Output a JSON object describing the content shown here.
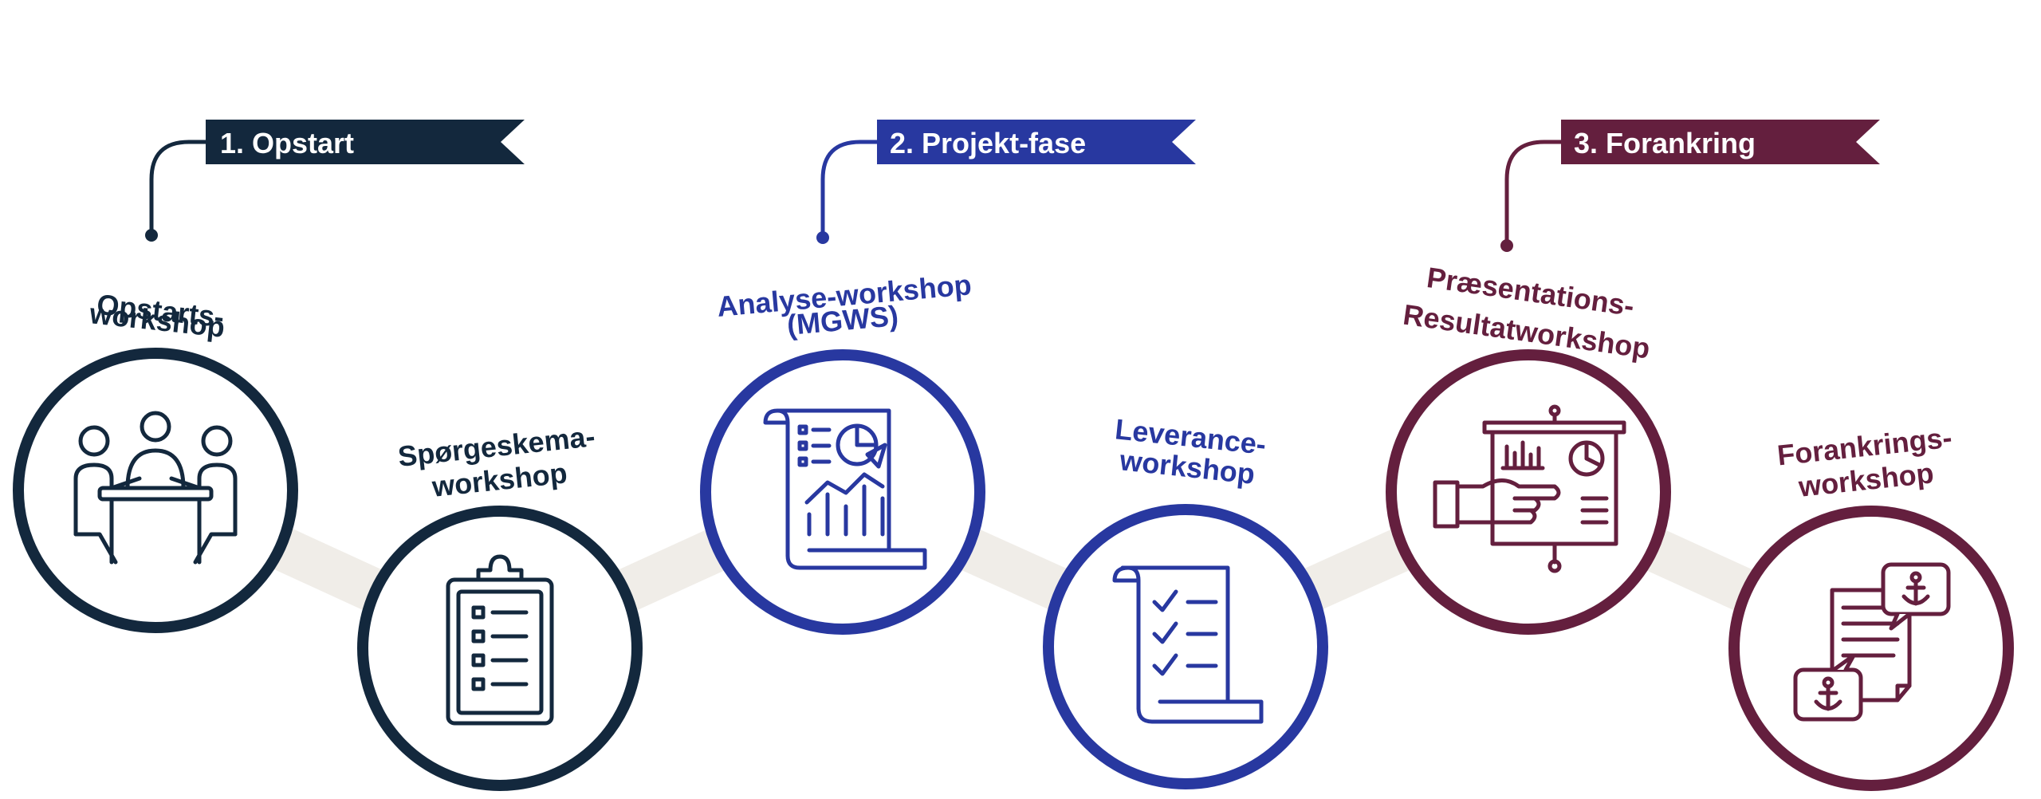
{
  "colors": {
    "phase1": "#13283d",
    "phase2": "#2838a0",
    "phase3": "#641f3e",
    "connector": "#f0ede8",
    "background": "#ffffff"
  },
  "phases": [
    {
      "label": "1. Opstart"
    },
    {
      "label": "2. Projekt-fase"
    },
    {
      "label": "3. Forankring"
    }
  ],
  "steps": [
    {
      "lines": [
        "Opstarts-",
        "workshop"
      ],
      "icon": "meeting-table-icon"
    },
    {
      "lines": [
        "Spørgeskema-",
        "workshop"
      ],
      "icon": "clipboard-checklist-icon"
    },
    {
      "lines": [
        "Analyse-workshop",
        "(MGWS)"
      ],
      "icon": "analytics-report-icon"
    },
    {
      "lines": [
        "Leverance-",
        "workshop"
      ],
      "icon": "checklist-scroll-icon"
    },
    {
      "lines": [
        "Præsentations-",
        "Resultatworkshop"
      ],
      "icon": "presentation-board-icon"
    },
    {
      "lines": [
        "Forankrings-",
        "workshop"
      ],
      "icon": "anchor-chat-icon"
    }
  ]
}
